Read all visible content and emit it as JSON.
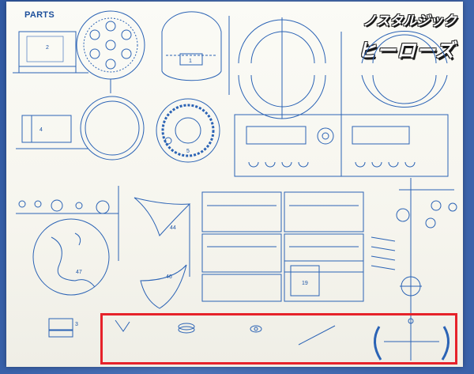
{
  "sheet": {
    "heading": "PARTS"
  },
  "logo": {
    "line1": "ノスタルジック",
    "line2": "ヒーローズ"
  },
  "parts": {
    "n1": "1",
    "n2": "2",
    "n3": "3",
    "n4": "4",
    "n5": "5",
    "n19": "19",
    "n44": "44",
    "n46": "46",
    "n47": "47"
  },
  "colors": {
    "sheet": "#f6f5ee",
    "line": "#2b63b5",
    "backing": "#3e63a8",
    "highlight": "#e6222a"
  }
}
